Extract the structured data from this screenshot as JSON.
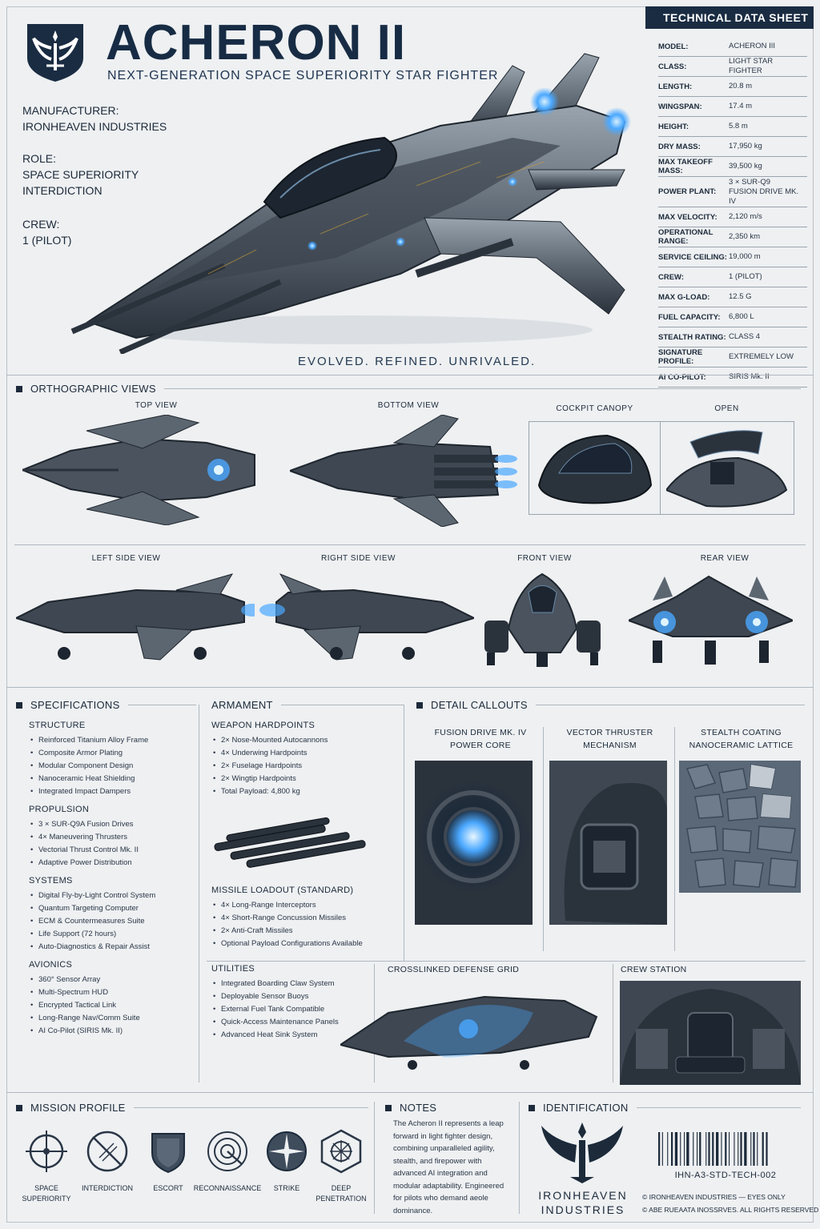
{
  "header": {
    "title": "ACHERON II",
    "subtitle": "NEXT-GENERATION SPACE SUPERIORITY STAR FIGHTER",
    "tagline": "EVOLVED. REFINED. UNRIVALED.",
    "manufacturer_label": "MANUFACTURER:",
    "manufacturer_value": "IRONHEAVEN INDUSTRIES",
    "role_label": "ROLE:",
    "role_value_1": "SPACE SUPERIORITY",
    "role_value_2": "INTERDICTION",
    "crew_label": "CREW:",
    "crew_value": "1 (PILOT)"
  },
  "datasheet": {
    "title": "TECHNICAL DATA SHEET",
    "rows": [
      {
        "k": "MODEL:",
        "v": "ACHERON III"
      },
      {
        "k": "CLASS:",
        "v": "LIGHT STAR FIGHTER"
      },
      {
        "k": "LENGTH:",
        "v": "20.8 m"
      },
      {
        "k": "WINGSPAN:",
        "v": "17.4 m"
      },
      {
        "k": "HEIGHT:",
        "v": "5.8 m"
      },
      {
        "k": "DRY MASS:",
        "v": "17,950 kg"
      },
      {
        "k": "MAX TAKEOFF MASS:",
        "v": "39,500 kg"
      },
      {
        "k": "POWER PLANT:",
        "v": "3 × SUR-Q9",
        "v2": "FUSION DRIVE MK. IV"
      },
      {
        "k": "MAX VELOCITY:",
        "v": "2,120 m/s"
      },
      {
        "k": "OPERATIONAL RANGE:",
        "v": "2,350 km"
      },
      {
        "k": "SERVICE CEILING:",
        "v": "19,000 m"
      },
      {
        "k": "CREW:",
        "v": "1 (PILOT)"
      },
      {
        "k": "MAX G-LOAD:",
        "v": "12.5 G"
      },
      {
        "k": "FUEL CAPACITY:",
        "v": "6,800 L"
      },
      {
        "k": "STEALTH RATING:",
        "v": "CLASS 4"
      },
      {
        "k": "SIGNATURE PROFILE:",
        "v": "EXTREMELY LOW"
      },
      {
        "k": "AI CO-PILOT:",
        "v": "SIRIS Mk. II"
      }
    ]
  },
  "ortho": {
    "title": "ORTHOGRAPHIC VIEWS",
    "top": "TOP VIEW",
    "bottom": "BOTTOM VIEW",
    "canopy": "COCKPIT CANOPY",
    "open": "OPEN",
    "left": "LEFT SIDE VIEW",
    "right": "RIGHT SIDE VIEW",
    "front": "FRONT VIEW",
    "rear": "REAR VIEW"
  },
  "specs": {
    "title": "SPECIFICATIONS",
    "structure": {
      "h": "STRUCTURE",
      "items": [
        "Reinforced Titanium Alloy Frame",
        "Composite Armor Plating",
        "Modular Component Design",
        "Nanoceramic Heat Shielding",
        "Integrated Impact Dampers"
      ]
    },
    "propulsion": {
      "h": "PROPULSION",
      "items": [
        "3 × SUR-Q9A Fusion Drives",
        "4× Maneuvering Thrusters",
        "Vectorial Thrust Control Mk. II",
        "Adaptive Power Distribution"
      ]
    },
    "systems": {
      "h": "SYSTEMS",
      "items": [
        "Digital Fly-by-Light Control System",
        "Quantum Targeting Computer",
        "ECM & Countermeasures Suite",
        "Life Support (72 hours)",
        "Auto-Diagnostics & Repair Assist"
      ]
    },
    "avionics": {
      "h": "AVIONICS",
      "items": [
        "360° Sensor Array",
        "Multi-Spectrum HUD",
        "Encrypted Tactical Link",
        "Long-Range Nav/Comm Suite",
        "AI Co-Pilot (SIRIS Mk. II)"
      ]
    }
  },
  "armament": {
    "title": "ARMAMENT",
    "weapons": {
      "h": "WEAPON HARDPOINTS",
      "items": [
        "2× Nose-Mounted Autocannons",
        "4× Underwing Hardpoints",
        "2× Fuselage Hardpoints",
        "2× Wingtip Hardpoints",
        "Total Payload: 4,800 kg"
      ]
    },
    "missiles": {
      "h": "MISSILE LOADOUT (STANDARD)",
      "items": [
        "4× Long-Range Interceptors",
        "4× Short-Range Concussion Missiles",
        "2× Anti-Craft Missiles",
        "Optional Payload Configurations Available"
      ]
    },
    "utilities": {
      "h": "UTILITIES",
      "items": [
        "Integrated Boarding Claw System",
        "Deployable Sensor Buoys",
        "External Fuel Tank Compatible",
        "Quick-Access Maintenance Panels",
        "Advanced Heat Sink System"
      ]
    }
  },
  "callouts": {
    "title": "DETAIL CALLOUTS",
    "c1a": "FUSION DRIVE MK. IV",
    "c1b": "POWER CORE",
    "c2a": "VECTOR THRUSTER",
    "c2b": "MECHANISM",
    "c3a": "STEALTH COATING",
    "c3b": "NANOCERAMIC LATTICE",
    "grid": "CROSSLINKED DEFENSE GRID",
    "crew": "CREW STATION"
  },
  "mission": {
    "title": "MISSION PROFILE",
    "items": [
      {
        "a": "SPACE",
        "b": "SUPERIORITY"
      },
      {
        "a": "INTERDICTION",
        "b": ""
      },
      {
        "a": "ESCORT",
        "b": ""
      },
      {
        "a": "RECONNAISSANCE",
        "b": ""
      },
      {
        "a": "STRIKE",
        "b": ""
      },
      {
        "a": "DEEP",
        "b": "PENETRATION"
      }
    ]
  },
  "notes": {
    "title": "NOTES",
    "text": "The Acheron II represents a leap forward in light fighter design, combining unparalleled agility, stealth, and firepower with advanced AI integration and modular adaptability. Engineered for pilots who demand aeole dominance."
  },
  "identification": {
    "title": "IDENTIFICATION",
    "name_1": "IRONHEAVEN",
    "name_2": "INDUSTRIES",
    "code": "IHN-A3-STD-TECH-002",
    "fine_1": "© IRONHEAVEN INDUSTRIES — EYES ONLY",
    "fine_2": "© ABE RUEAATA INOSSRVES. ALL RIGHTS RESERVED"
  },
  "colors": {
    "accent": "#1a2c42",
    "glow": "#4aa8ff",
    "hull": "#5a6470"
  }
}
